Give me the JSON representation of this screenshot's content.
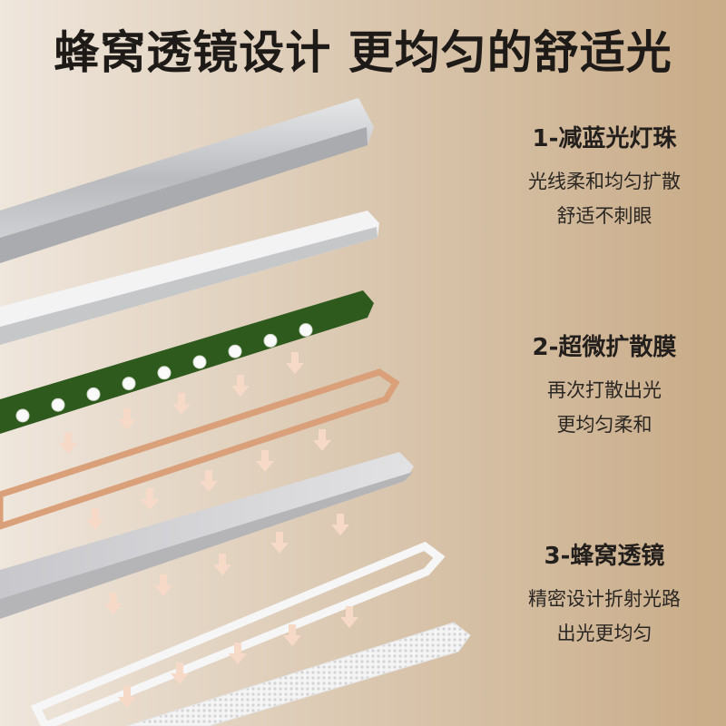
{
  "headline": "蜂窝透镜设计 更均匀的舒适光",
  "features": [
    {
      "title": "1-减蓝光灯珠",
      "lines": [
        "光线柔和均匀扩散",
        "舒适不刺眼"
      ]
    },
    {
      "title": "2-超微扩散膜",
      "lines": [
        "再次打散出光",
        "更均匀柔和"
      ]
    },
    {
      "title": "3-蜂窝透镜",
      "lines": [
        "精密设计折射光路",
        "出光更均匀"
      ]
    }
  ],
  "colors": {
    "pcb": "#2f5a1e",
    "copper": "#d9a07a",
    "arrow": "#f7d9c8",
    "aluminum": "#c9cacc"
  }
}
